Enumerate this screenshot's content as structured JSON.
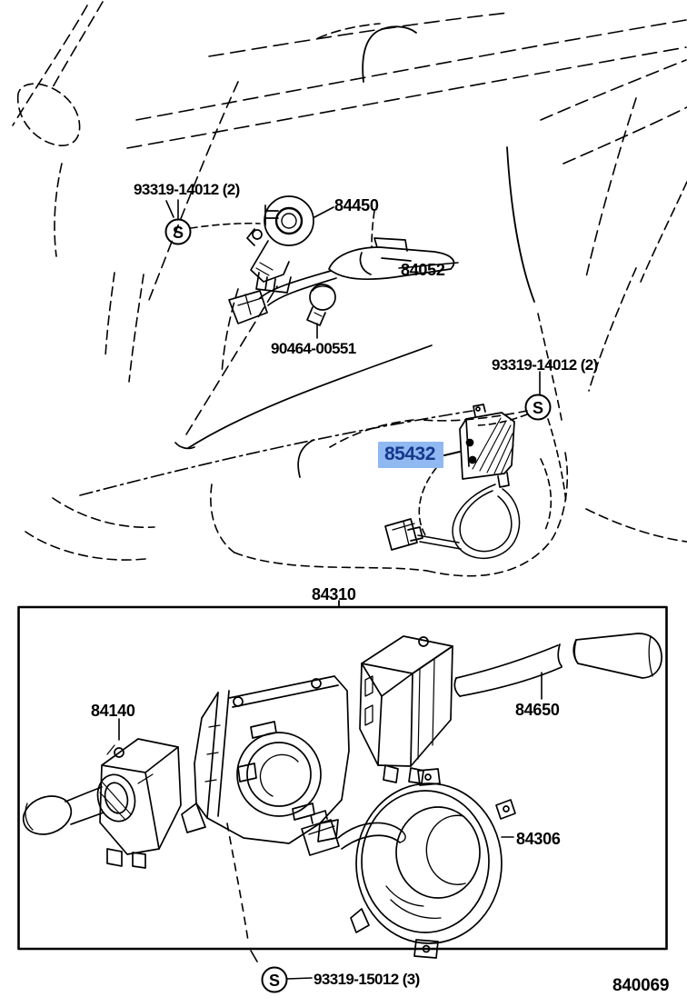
{
  "diagram": {
    "callouts": {
      "screw_top_left": "93319-14012 (2)",
      "screw_mid_right": "93319-14012 (2)",
      "screw_bottom": "93319-15012 (3)",
      "part_84450": "84450",
      "part_84052": "84052",
      "part_90464": "90464-00551",
      "part_85432": "85432",
      "part_84310": "84310",
      "part_84140": "84140",
      "part_84650": "84650",
      "part_84306": "84306",
      "figure_code": "840069",
      "screw_symbol": "S"
    },
    "highlight": {
      "selected_part": "85432",
      "bg": "#8FB9F0",
      "text": "#16388C"
    },
    "colors": {
      "line": "#000000",
      "background": "#FFFFFF"
    }
  }
}
